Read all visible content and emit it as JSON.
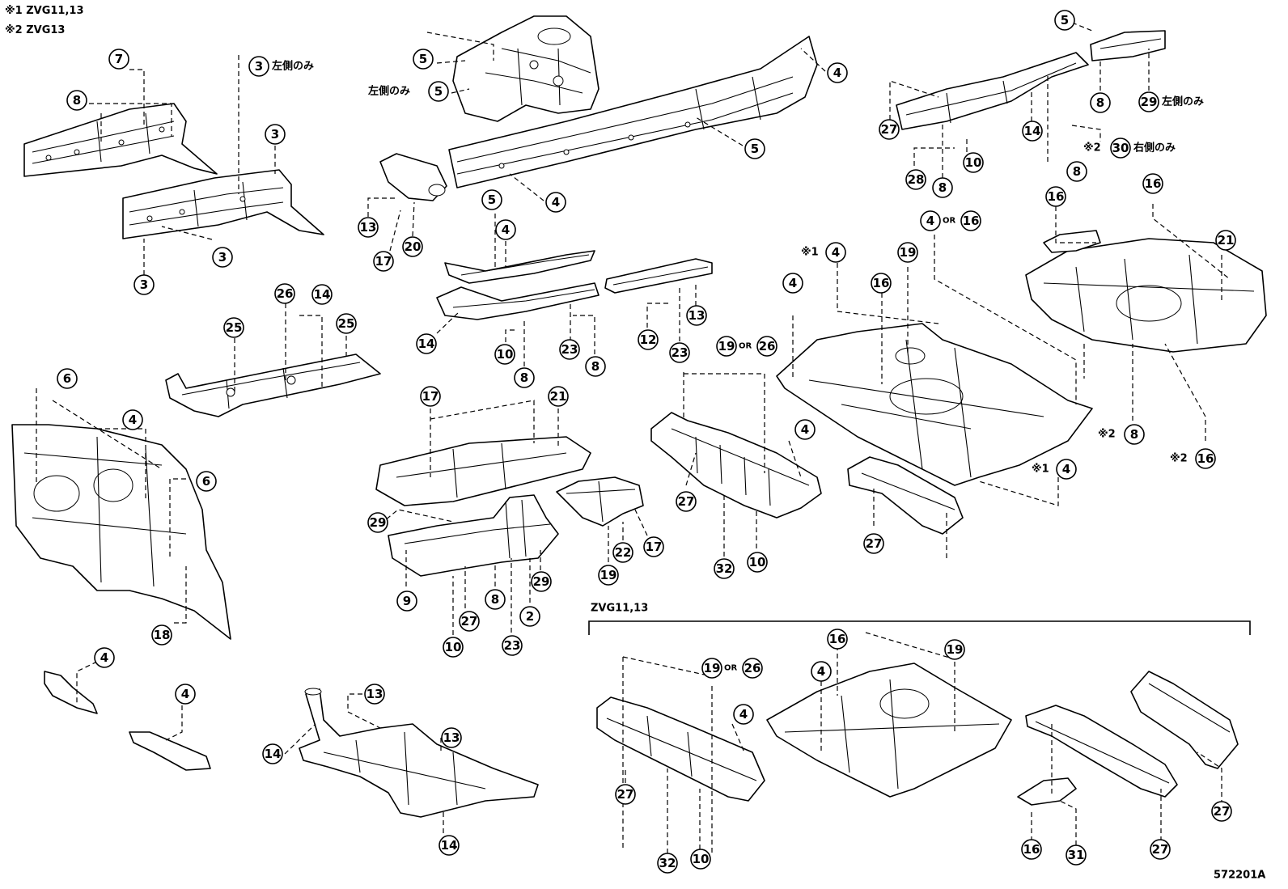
{
  "legend": [
    {
      "mark": "※1",
      "text": "ZVG11,13"
    },
    {
      "mark": "※2",
      "text": "ZVG13"
    }
  ],
  "notes": {
    "left_only": "左側のみ",
    "right_only": "右側のみ",
    "or": "OR",
    "mark1": "※1",
    "mark2": "※2"
  },
  "inset_label": "ZVG11,13",
  "illustration_id": "572201A",
  "callouts": {
    "c7": "7",
    "c8a": "8",
    "c3a": "3",
    "c3b": "3",
    "c3c": "3",
    "c3d": "3",
    "c5a": "5",
    "c5b": "5",
    "c5c": "5",
    "c4a": "4",
    "c4b": "4",
    "c13a": "13",
    "c17a": "17",
    "c20": "20",
    "c5d": "5",
    "c4c": "4",
    "c14a": "14",
    "c10a": "10",
    "c8b": "8",
    "c23a": "23",
    "c8c": "8",
    "c12": "12",
    "c23b": "23",
    "c13b": "13",
    "c5e": "5",
    "c29a": "29",
    "c27a": "27",
    "c14b": "14",
    "c8d": "8",
    "c28": "28",
    "c8e": "8",
    "c10b": "10",
    "c30": "30",
    "c25a": "25",
    "c26a": "26",
    "c14c": "14",
    "c25b": "25",
    "c6a": "6",
    "c4d": "4",
    "c6b": "6",
    "c18": "18",
    "c17b": "17",
    "c21a": "21",
    "c29b": "29",
    "c9": "9",
    "c27b": "27",
    "c10c": "10",
    "c8f": "8",
    "c23c": "23",
    "c2": "2",
    "c29c": "29",
    "c22": "22",
    "c17c": "17",
    "c19a": "19",
    "c19b": "19",
    "c26b": "26",
    "c4e": "4",
    "c27c": "27",
    "c32a": "32",
    "c10d": "10",
    "c4f": "4",
    "c4g": "4",
    "c16a": "16",
    "c19c": "19",
    "c16b": "16",
    "c4h": "4",
    "c4i": "4",
    "c27d": "27",
    "c16c": "16",
    "c16d": "16",
    "c21b": "21",
    "c8g": "8",
    "c16e": "16",
    "c4j": "4",
    "c4k": "4",
    "c13c": "13",
    "c14d": "14",
    "c13d": "13",
    "c14e": "14",
    "c19d": "19",
    "c26c": "26",
    "c4l": "4",
    "c27e": "27",
    "c32b": "32",
    "c10e": "10",
    "c16f": "16",
    "c4m": "4",
    "c19e": "19",
    "c27f": "27",
    "c16g": "16",
    "c31": "31",
    "c27g": "27"
  }
}
